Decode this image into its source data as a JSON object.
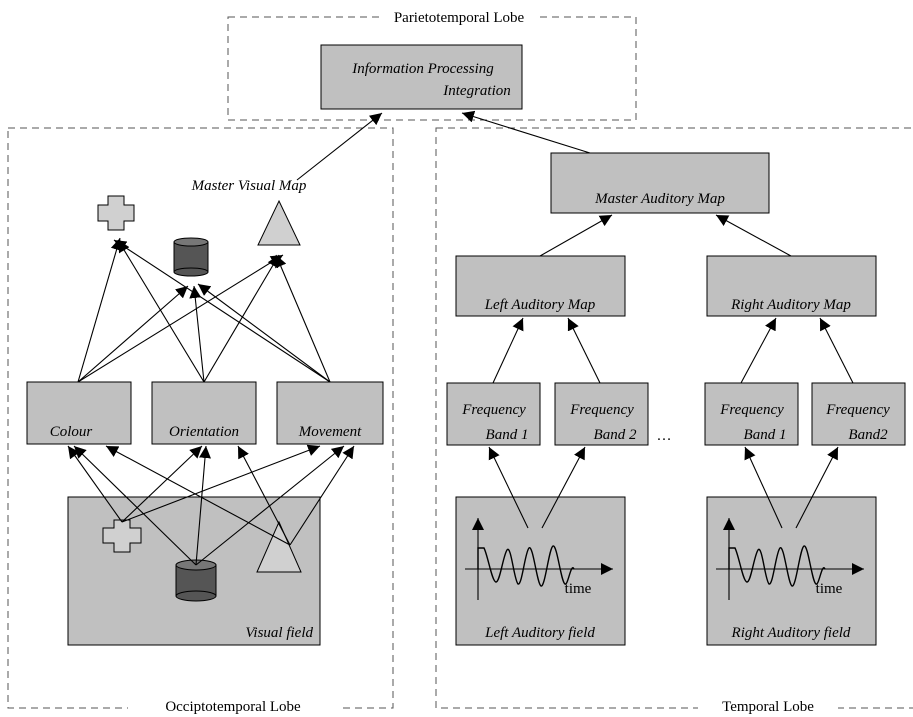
{
  "regions": {
    "parietotemporal": "Parietotemporal Lobe",
    "occipitotemporal": "Occiptotemporal Lobe",
    "temporal": "Temporal Lobe"
  },
  "integration_box": {
    "line1": "Information Processing",
    "line2": "Integration"
  },
  "visual": {
    "master_map": "Master Visual Map",
    "features": [
      "Colour",
      "Orientation",
      "Movement"
    ],
    "field": "Visual field"
  },
  "auditory": {
    "master_map": "Master Auditory Map",
    "left_map": "Left Auditory Map",
    "right_map": "Right Auditory Map",
    "bands": {
      "left_1": [
        "Frequency",
        "Band 1"
      ],
      "left_2": [
        "Frequency",
        "Band 2"
      ],
      "right_1": [
        "Frequency",
        "Band 1"
      ],
      "right_2": [
        "Frequency",
        "Band2"
      ]
    },
    "ellipsis": "…",
    "time_label": "time",
    "left_field": "Left Auditory field",
    "right_field": "Right Auditory field"
  },
  "colors": {
    "box_fill": "#c0c0c0",
    "cylinder_fill": "#555555",
    "shape_fill": "#d0d0d0"
  }
}
